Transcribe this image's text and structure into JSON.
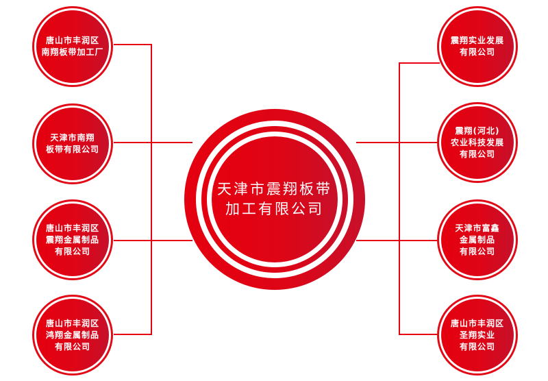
{
  "diagram": {
    "type": "org-chart",
    "colors": {
      "accent": "#e60012",
      "accent_dark": "#c8102a",
      "text": "#ffffff",
      "background": "#ffffff"
    },
    "hub": {
      "lines": [
        "天津市震翔板带",
        "加工有限公司"
      ]
    },
    "left_nodes": [
      {
        "lines": [
          "唐山市丰润区",
          "南翔板带加工厂"
        ]
      },
      {
        "lines": [
          "天津市南翔",
          "板带有限公司"
        ]
      },
      {
        "lines": [
          "唐山市丰润区",
          "震翔金属制品",
          "有限公司"
        ]
      },
      {
        "lines": [
          "唐山市丰润区",
          "鸿翔金属制品",
          "有限公司"
        ]
      }
    ],
    "right_nodes": [
      {
        "lines": [
          "震翔实业发展",
          "有限公司"
        ]
      },
      {
        "lines": [
          "震翔(河北)",
          "农业科技发展",
          "有限公司"
        ]
      },
      {
        "lines": [
          "天津市富鑫",
          "金属制品",
          "有限公司"
        ]
      },
      {
        "lines": [
          "唐山市丰润区",
          "圣翔实业",
          "有限公司"
        ]
      }
    ]
  }
}
